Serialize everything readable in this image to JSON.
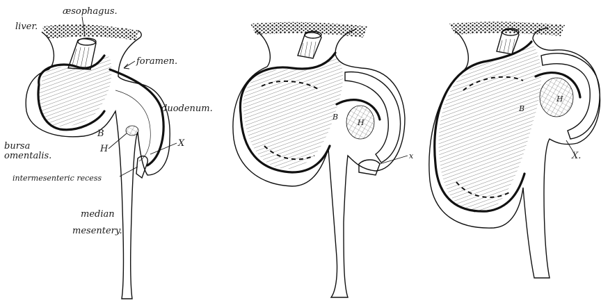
{
  "figure": {
    "labels": {
      "oesophagus": "æsophagus.",
      "liver": "liver.",
      "foramen": "foramen.",
      "duodenum": "duodenum.",
      "bursa_1": "bursa",
      "bursa_2": "omentalis.",
      "B": "B",
      "H": "H",
      "X": "X",
      "recess": "intermesenteric recess",
      "median_1": "median",
      "median_2": "mesentery.",
      "B2": "B",
      "H2": "H",
      "x2": "x",
      "B3": "B",
      "H3": "H",
      "X3": "X."
    }
  }
}
